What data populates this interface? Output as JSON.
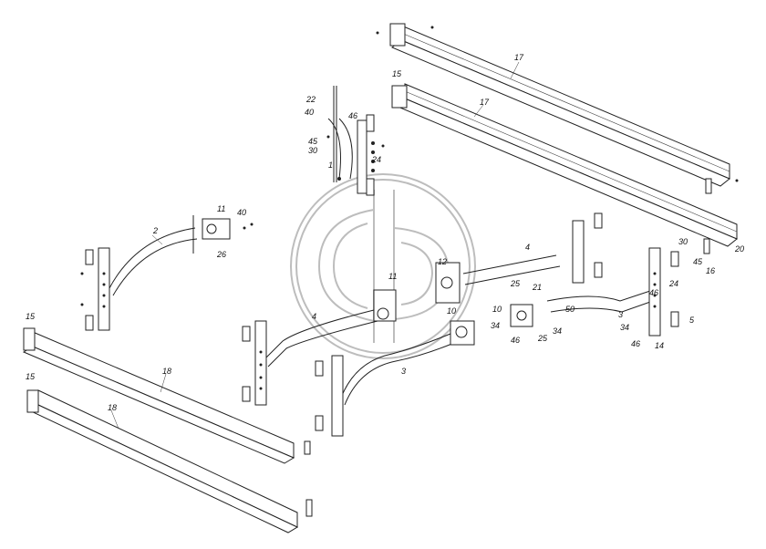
{
  "watermark": {
    "name": "GD-logo",
    "color": "#bdbdbd"
  },
  "callouts": [
    {
      "id": "c17a",
      "text": "17"
    },
    {
      "id": "c17b",
      "text": "17"
    },
    {
      "id": "c15a",
      "text": "15"
    },
    {
      "id": "c15b",
      "text": "15"
    },
    {
      "id": "c15c",
      "text": "15"
    },
    {
      "id": "c22",
      "text": "22"
    },
    {
      "id": "c40a",
      "text": "40"
    },
    {
      "id": "c45a",
      "text": "45"
    },
    {
      "id": "c30a",
      "text": "30"
    },
    {
      "id": "c1",
      "text": "1"
    },
    {
      "id": "c46a",
      "text": "46"
    },
    {
      "id": "c24a",
      "text": "24"
    },
    {
      "id": "c2",
      "text": "2"
    },
    {
      "id": "c11a",
      "text": "11"
    },
    {
      "id": "c40b",
      "text": "40"
    },
    {
      "id": "c26",
      "text": "26"
    },
    {
      "id": "c11b",
      "text": "11"
    },
    {
      "id": "c12",
      "text": "12"
    },
    {
      "id": "c4a",
      "text": "4"
    },
    {
      "id": "c4b",
      "text": "4"
    },
    {
      "id": "c10a",
      "text": "10"
    },
    {
      "id": "c10b",
      "text": "10"
    },
    {
      "id": "c3a",
      "text": "3"
    },
    {
      "id": "c3b",
      "text": "3"
    },
    {
      "id": "c25a",
      "text": "25"
    },
    {
      "id": "c25b",
      "text": "25"
    },
    {
      "id": "c21",
      "text": "21"
    },
    {
      "id": "c50",
      "text": "50"
    },
    {
      "id": "c34a",
      "text": "34"
    },
    {
      "id": "c34b",
      "text": "34"
    },
    {
      "id": "c34c",
      "text": "34"
    },
    {
      "id": "c46b",
      "text": "46"
    },
    {
      "id": "c46c",
      "text": "46"
    },
    {
      "id": "c46d",
      "text": "46"
    },
    {
      "id": "c14",
      "text": "14"
    },
    {
      "id": "c5",
      "text": "5"
    },
    {
      "id": "c24b",
      "text": "24"
    },
    {
      "id": "c30b",
      "text": "30"
    },
    {
      "id": "c45b",
      "text": "45"
    },
    {
      "id": "c16",
      "text": "16"
    },
    {
      "id": "c20",
      "text": "20"
    },
    {
      "id": "c18a",
      "text": "18"
    },
    {
      "id": "c18b",
      "text": "18"
    }
  ]
}
